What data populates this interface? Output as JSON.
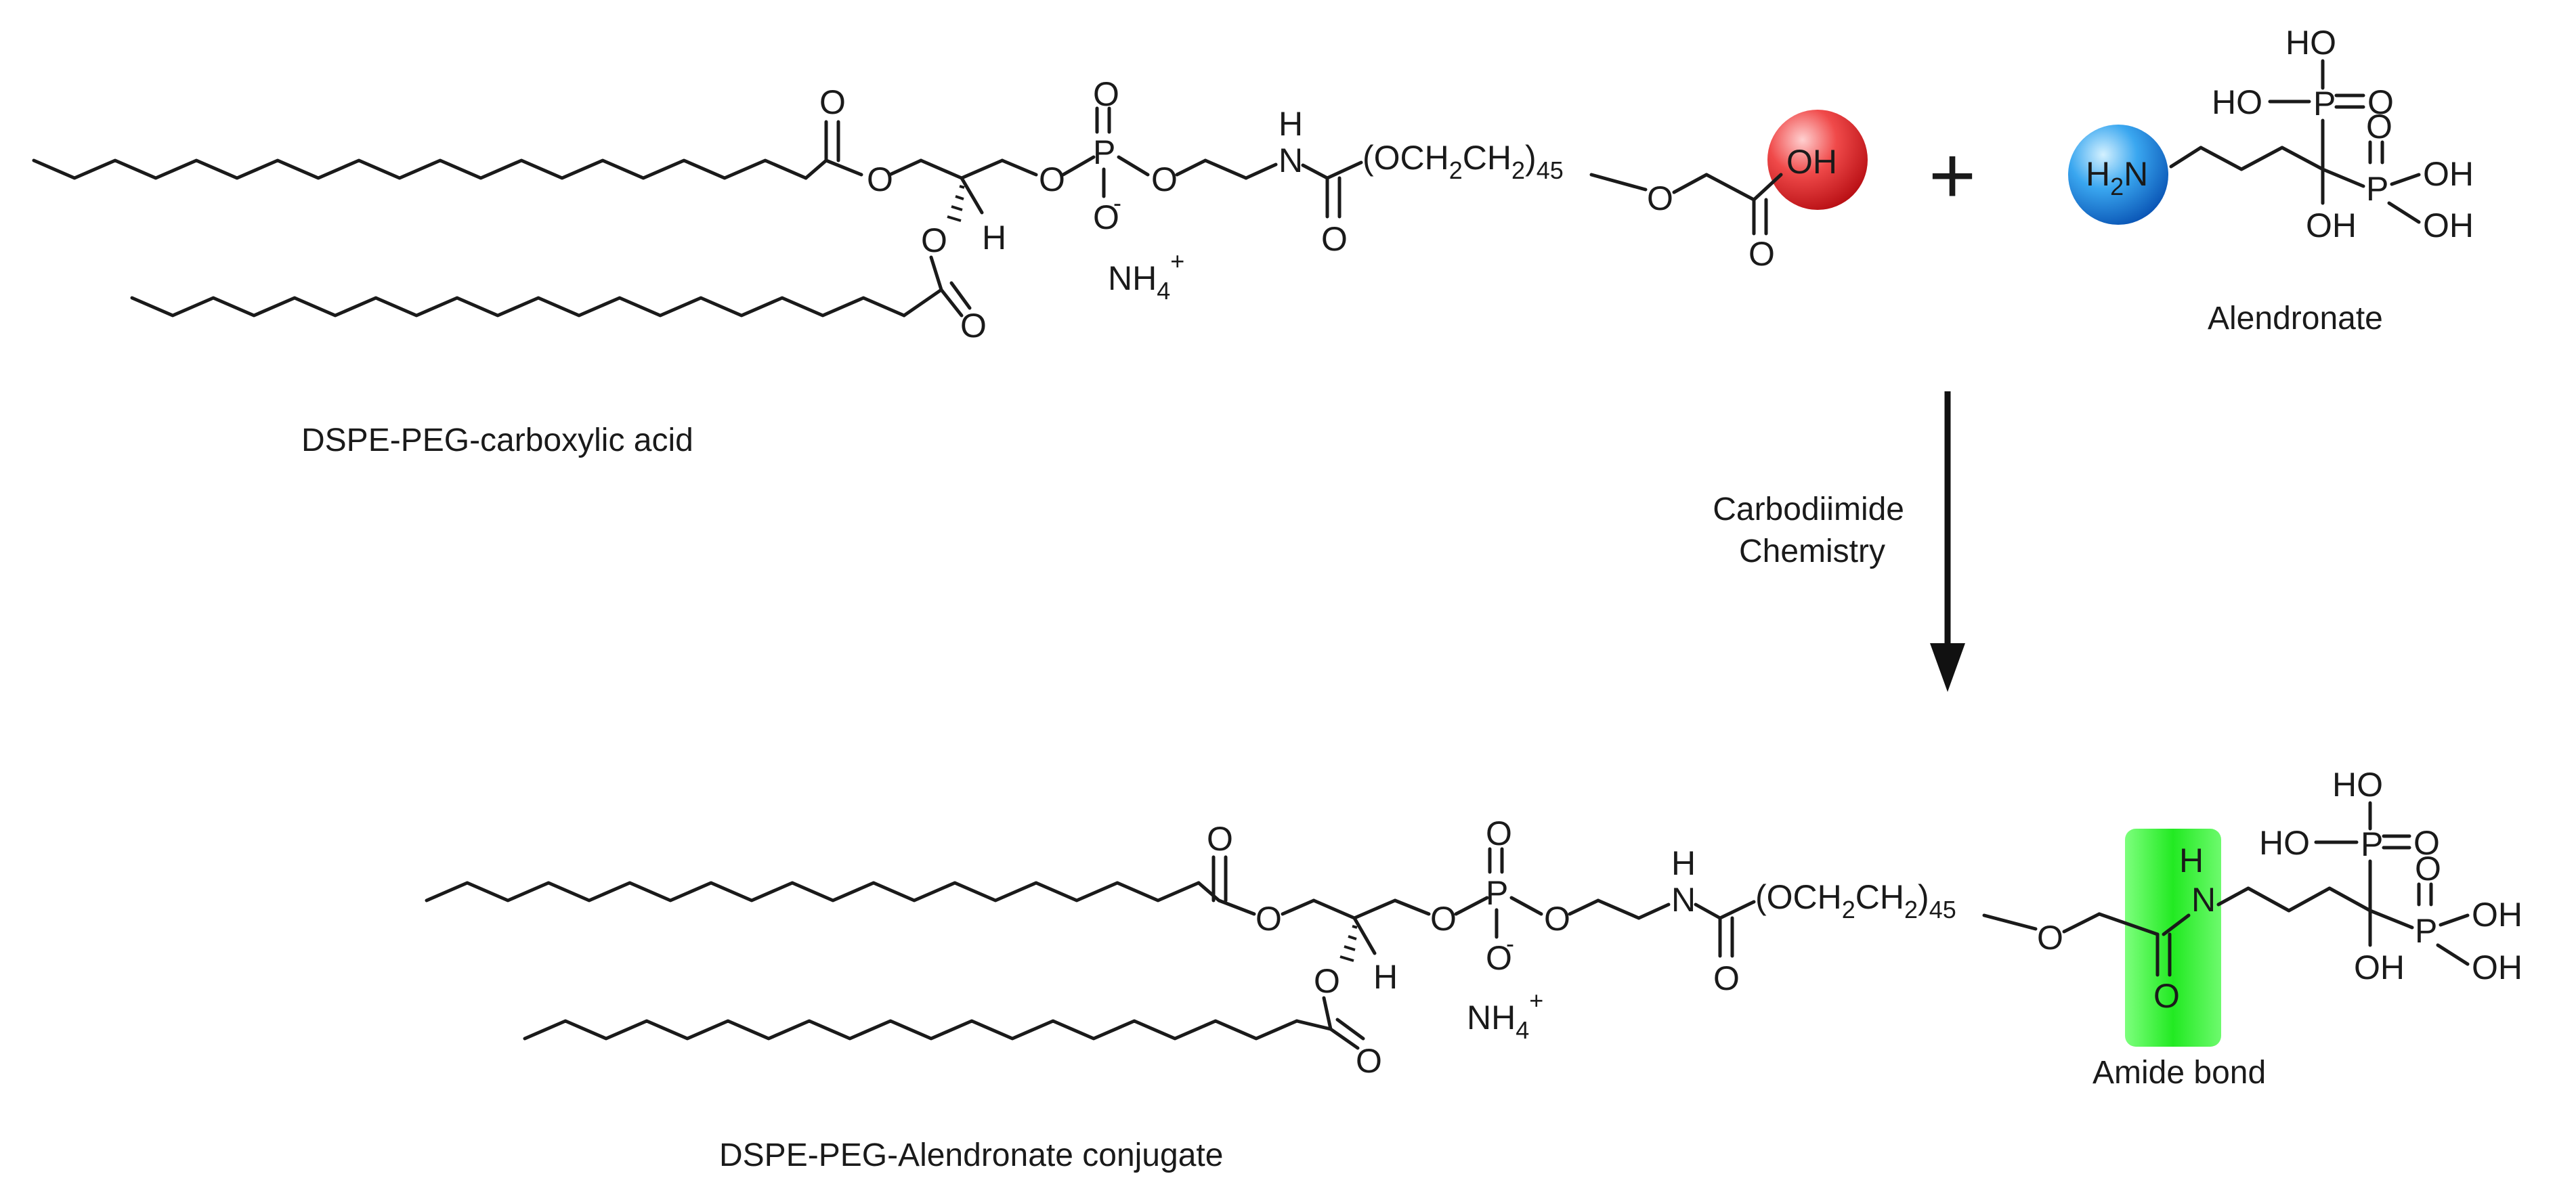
{
  "reactants": {
    "lipid_caption": "DSPE-PEG-carboxylic acid",
    "amine_caption": "Alendronate",
    "plus_sign": "+"
  },
  "reaction": {
    "line1": "Carbodiimide",
    "line2": "Chemistry"
  },
  "product": {
    "caption": "DSPE-PEG-Alendronate conjugate",
    "amide_caption": "Amide bond"
  },
  "atoms": {
    "O": "O",
    "H": "H",
    "N": "N",
    "P": "P",
    "OH": "OH",
    "HO": "HO",
    "minus": "-",
    "plus": "+",
    "NH4_main": "NH",
    "NH4_sub": "4",
    "peg_main": "(OCH",
    "peg_sub1": "2",
    "peg_mid": "CH",
    "peg_sub2": "2",
    "peg_close": ")",
    "peg_n": "45",
    "H2N_H": "H",
    "H2N_sub": "2",
    "H2N_N": "N"
  },
  "highlight_colors": {
    "acid_group": "#e8232a",
    "amine_group": "#1e88e5",
    "amide_bond": "#2ee82e"
  }
}
